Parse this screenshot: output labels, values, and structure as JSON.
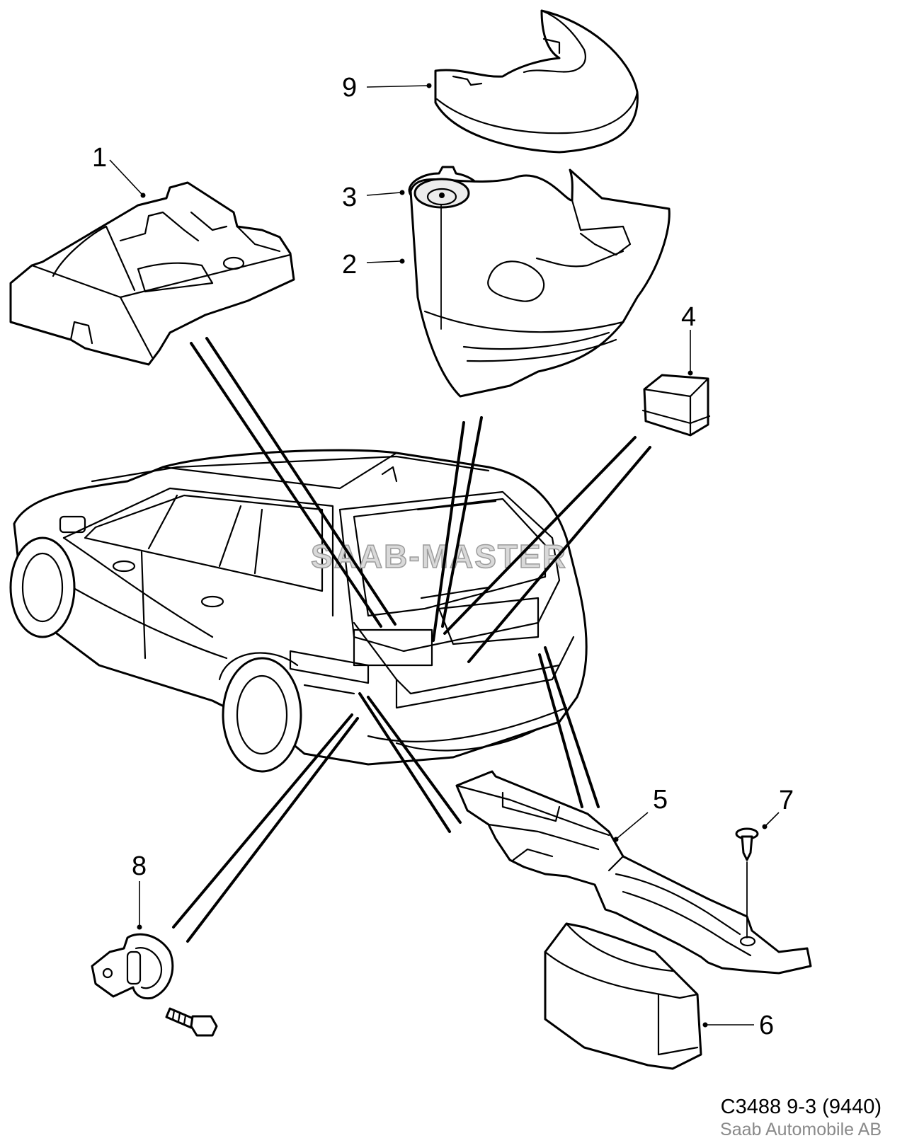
{
  "diagram": {
    "watermark": "SAAB-MASTER",
    "footer": {
      "code": "C3488 9-3 (9440)",
      "copyright": "Saab Automobile AB"
    },
    "callouts": [
      "1",
      "2",
      "3",
      "4",
      "5",
      "6",
      "7",
      "8",
      "9"
    ]
  }
}
